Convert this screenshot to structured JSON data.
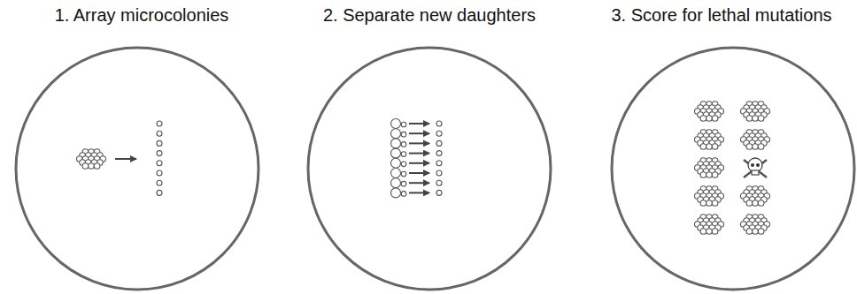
{
  "diagram": {
    "labels": [
      "1. Array microcolonies",
      "2. Separate new daughters",
      "3. Score for lethal mutations"
    ]
  }
}
